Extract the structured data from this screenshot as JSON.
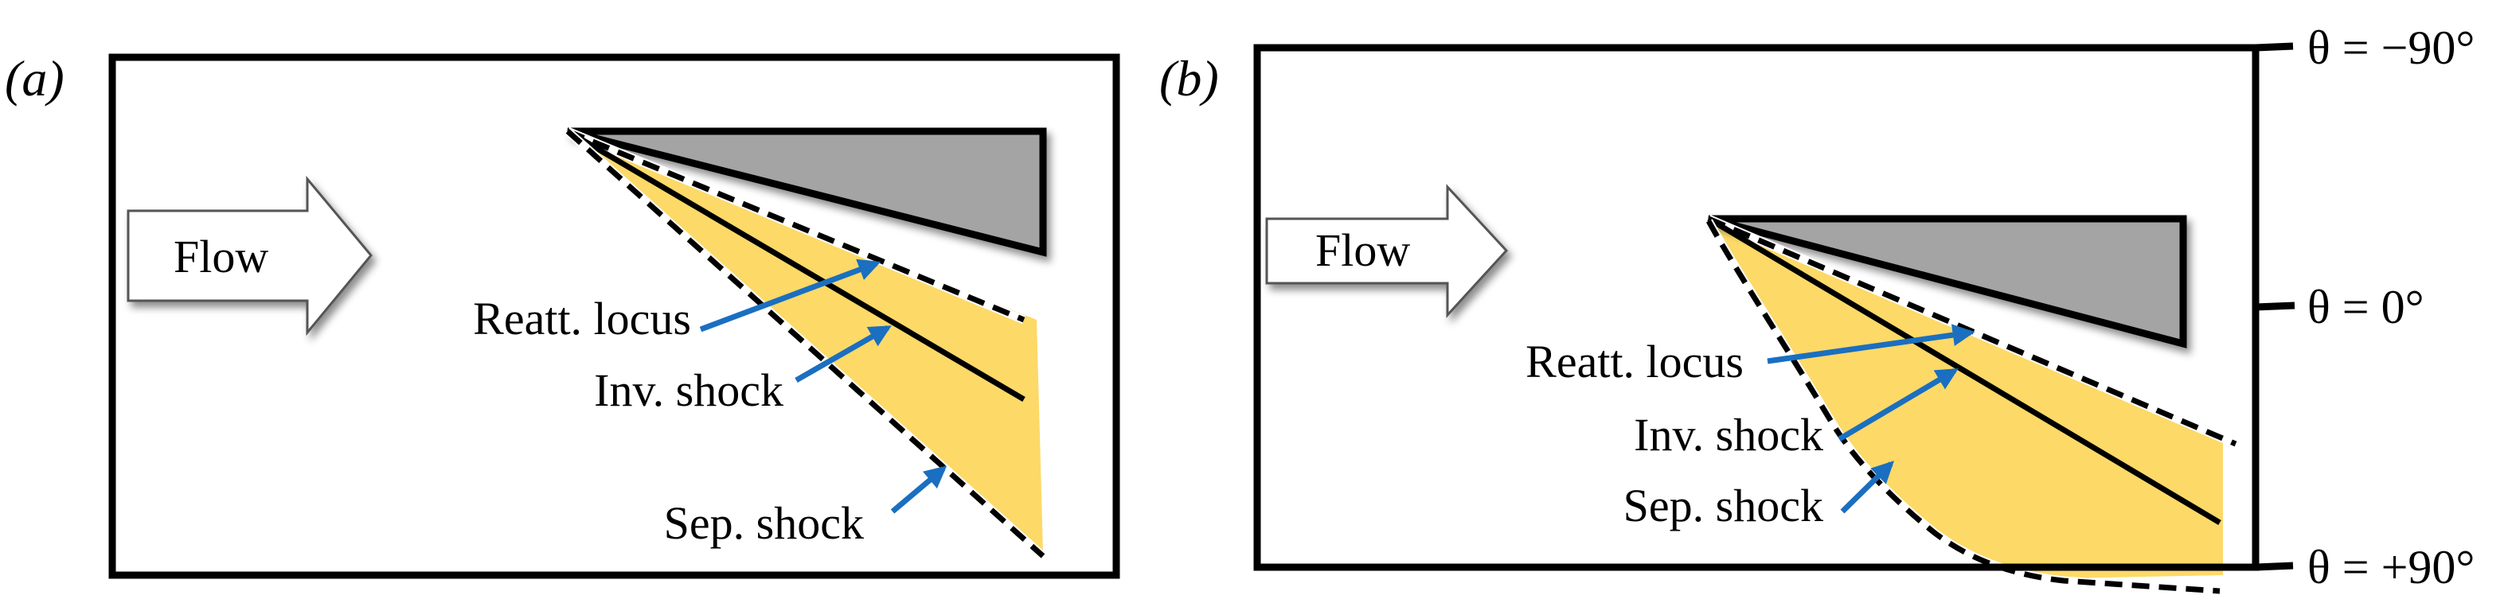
{
  "figure": {
    "colors": {
      "wedge_fill": "#a4a4a4",
      "interaction_region": "#fdd968",
      "pointer_arrow": "#1a6fc0",
      "line": "#000000"
    },
    "panels": [
      {
        "id": "a",
        "label": "(a)",
        "flow_label": "Flow",
        "annotations": {
          "reattachment": "Reatt. locus",
          "inviscid_shock": "Inv. shock",
          "separation_shock": "Sep. shock"
        }
      },
      {
        "id": "b",
        "label": "(b)",
        "flow_label": "Flow",
        "annotations": {
          "reattachment": "Reatt. locus",
          "inviscid_shock": "Inv. shock",
          "separation_shock": "Sep. shock"
        },
        "theta_axis": {
          "top": "θ = −90°",
          "middle": "θ = 0°",
          "bottom": "θ = +90°"
        }
      }
    ]
  }
}
